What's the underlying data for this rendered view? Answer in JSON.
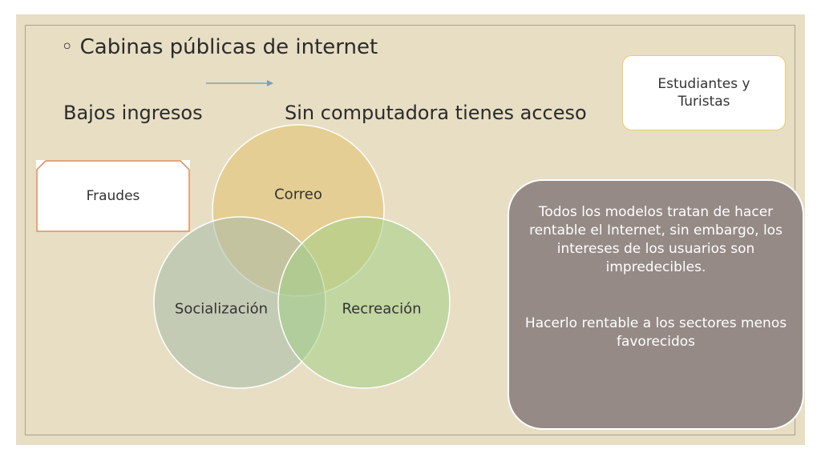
{
  "bullet": {
    "symbol": "◦",
    "text": "Cabinas públicas de internet"
  },
  "headings": {
    "left": "Bajos ingresos",
    "right": "Sin computadora tienes acceso"
  },
  "venn": {
    "top": "Correo",
    "left": "Socialización",
    "right": "Recreación",
    "colors": {
      "top": "#e3c16b",
      "left": "#a8bca9",
      "right": "#a3d085"
    }
  },
  "boxes": {
    "students": "Estudiantes y Turistas",
    "fraud": "Fraudes",
    "summary": [
      "Todos los modelos tratan de hacer rentable el Internet, sin embargo, los intereses de los usuarios son impredecibles.",
      "Hacerlo rentable a los sectores menos favorecidos"
    ]
  },
  "colors": {
    "background": "#e7dec4",
    "summary_box": "#958a86",
    "students_border": "#e8cc6a",
    "fraud_border": "#e0874f",
    "arrow": "#7aa3b3"
  },
  "icons": {
    "arrow": "right-arrow-icon"
  }
}
